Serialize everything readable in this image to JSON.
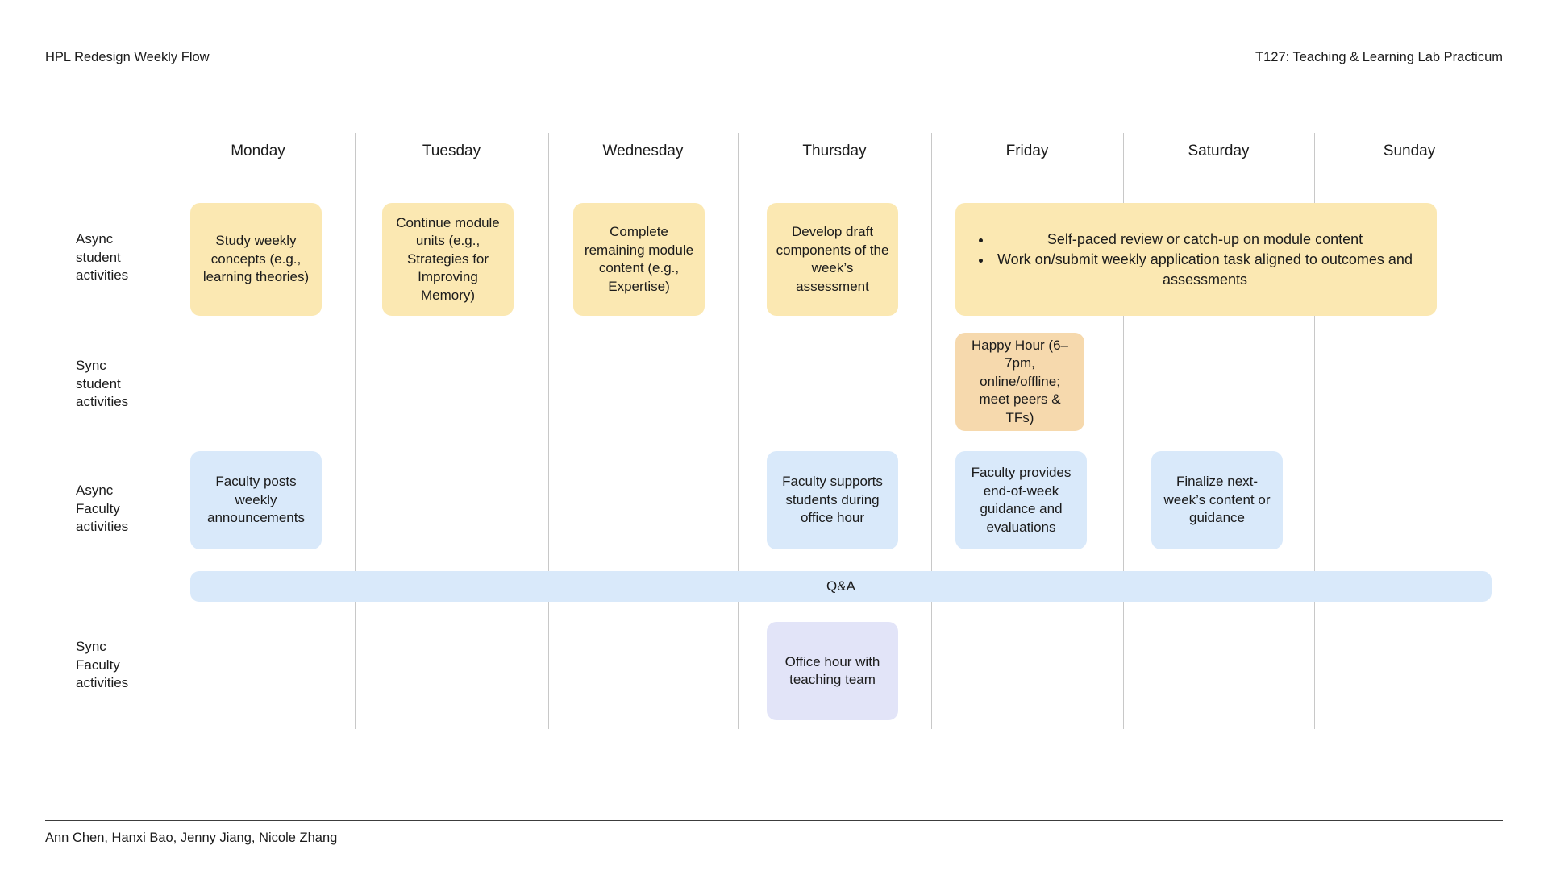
{
  "header": {
    "title_left": "HPL Redesign Weekly Flow",
    "title_right": "T127: Teaching & Learning Lab Practicum"
  },
  "footer": {
    "authors": "Ann Chen, Hanxi Bao, Jenny Jiang, Nicole Zhang"
  },
  "colors": {
    "async_student": "#fbe8b2",
    "sync_student": "#f6d9ad",
    "async_faculty": "#d9e9fa",
    "sync_faculty": "#e2e4f8",
    "qa_band": "#d9e9fa",
    "divider": "#c8c8c8",
    "rule": "#3c3c3c",
    "text": "#1b1b1b"
  },
  "columns": [
    {
      "label": "Monday"
    },
    {
      "label": "Tuesday"
    },
    {
      "label": "Wednesday"
    },
    {
      "label": "Thursday"
    },
    {
      "label": "Friday"
    },
    {
      "label": "Saturday"
    },
    {
      "label": "Sunday"
    }
  ],
  "rows": [
    {
      "label": "Async\nstudent\nactivities"
    },
    {
      "label": "Sync\nstudent\nactivities"
    },
    {
      "label": "Async\nFaculty\nactivities"
    },
    {
      "label": "Sync\nFaculty\nactivities"
    }
  ],
  "cards": {
    "async_student_monday": "Study weekly concepts (e.g., learning theories)",
    "async_student_tuesday": "Continue module units (e.g., Strategies for Improving Memory)",
    "async_student_wednesday": "Complete remaining module content (e.g., Expertise)",
    "async_student_thursday": "Develop draft components of the week’s assessment",
    "async_student_weekend_bullets": [
      "Self-paced review or catch-up on module content",
      "Work on/submit weekly application task aligned to outcomes and assessments"
    ],
    "sync_student_friday": "Happy Hour (6–7pm, online/offline; meet peers & TFs)",
    "async_faculty_monday": "Faculty posts weekly announcements",
    "async_faculty_thursday": "Faculty supports students during office hour",
    "async_faculty_friday": "Faculty provides end-of-week guidance and evaluations",
    "async_faculty_saturday": "Finalize next-week’s content or guidance",
    "qa_band": "Q&A",
    "sync_faculty_thursday": "Office hour with teaching team"
  }
}
